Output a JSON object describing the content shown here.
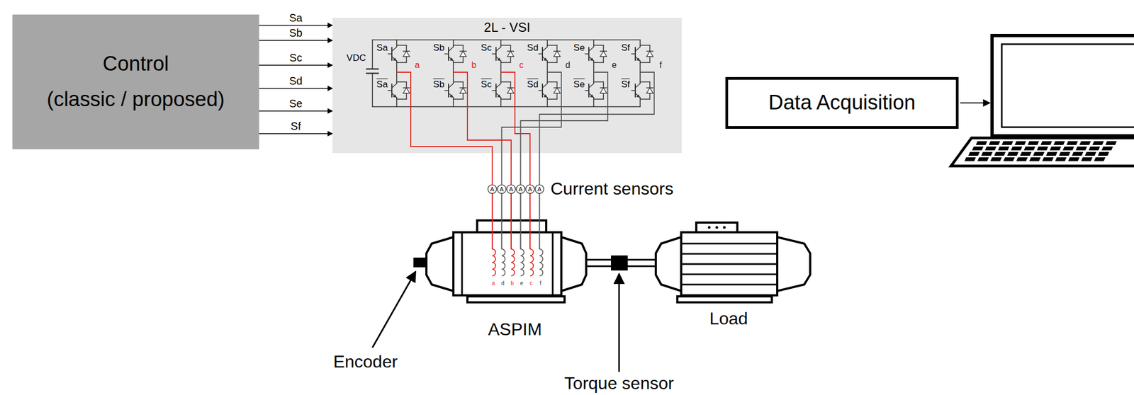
{
  "diagram": {
    "nodes": [
      {
        "text": [
          "Control",
          "(classic / proposed)"
        ]
      },
      {
        "text": [
          "2L - VSI"
        ]
      },
      {
        "text": [
          "Data Acquisition"
        ]
      }
    ],
    "edges": [
      {
        "from": 0,
        "to": 1,
        "arrow": "to",
        "label": "Sa"
      },
      {
        "from": 0,
        "to": 1,
        "arrow": "to",
        "label": "Sb"
      },
      {
        "from": 0,
        "to": 1,
        "arrow": "to",
        "label": "Sc"
      },
      {
        "from": 0,
        "to": 1,
        "arrow": "to",
        "label": "Sd"
      },
      {
        "from": 0,
        "to": 1,
        "arrow": "to",
        "label": "Se"
      },
      {
        "from": 0,
        "to": 1,
        "arrow": "to",
        "label": "Sf"
      }
    ],
    "labels": [
      "VDC",
      "Sa",
      "Sb",
      "Sc",
      "Sd",
      "Se",
      "Sf",
      "Sa",
      "Sb",
      "Sc",
      "Sd",
      "Se",
      "Sf",
      "a",
      "b",
      "c",
      "d",
      "e",
      "f",
      "A",
      "A",
      "A",
      "A",
      "A",
      "A",
      "Current sensors",
      "a",
      "d",
      "b",
      "e",
      "c",
      "f",
      "ASPIM",
      "Load",
      "Encoder",
      "Torque sensor"
    ]
  }
}
